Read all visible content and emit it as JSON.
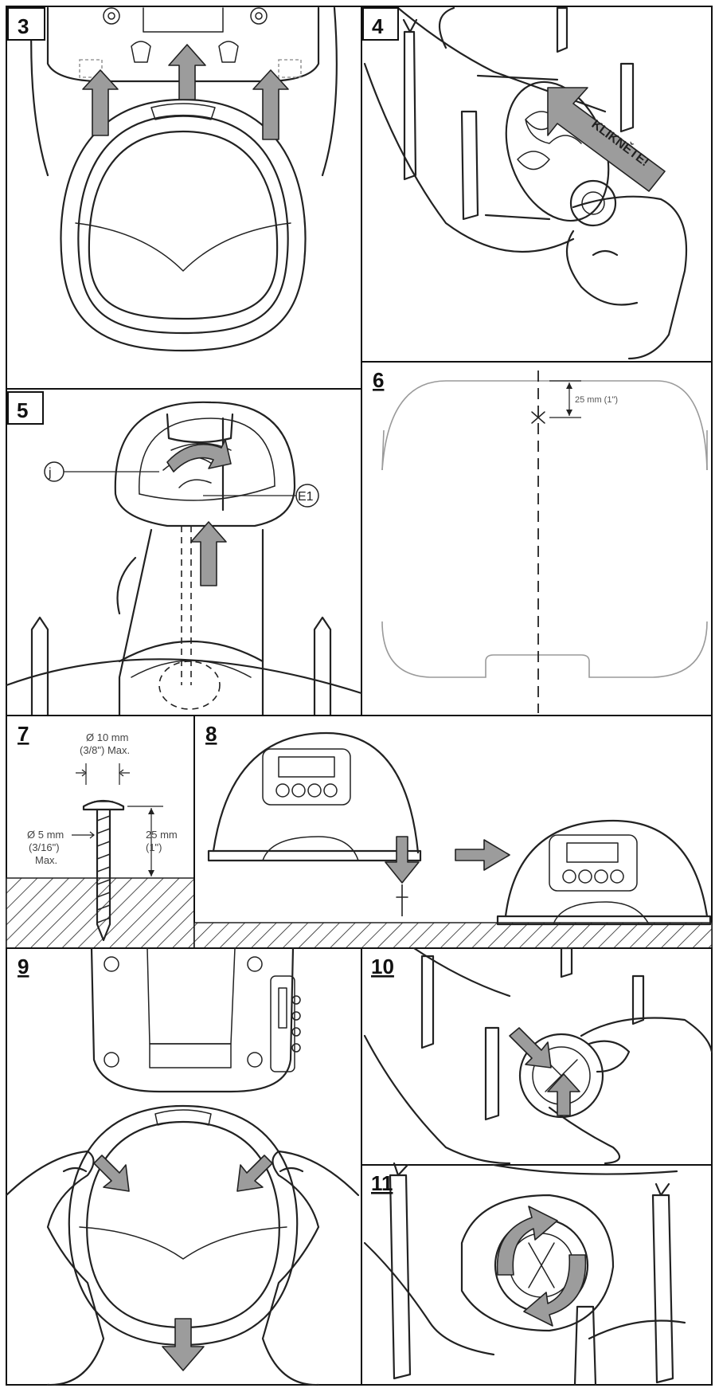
{
  "panels": {
    "p3": {
      "number": "3"
    },
    "p4": {
      "number": "4",
      "banner": "KLIKNĚTE!"
    },
    "p5": {
      "number": "5",
      "callout_left": "j",
      "callout_right": "E1"
    },
    "p6": {
      "number": "6",
      "dimension": "25 mm (1\")"
    },
    "p7": {
      "number": "7",
      "head_dia": "Ø 10 mm",
      "head_dia_imperial": "(3/8\") Max.",
      "shank_dia": "Ø 5 mm",
      "shank_dia_imperial": "(3/16\")",
      "shank_max": "Max.",
      "length": "25 mm",
      "length_imperial": "(1\")"
    },
    "p8": {
      "number": "8"
    },
    "p9": {
      "number": "9"
    },
    "p10": {
      "number": "10"
    },
    "p11": {
      "number": "11"
    }
  },
  "colors": {
    "arrow_fill": "#9c9c9c",
    "line": "#222222",
    "ghost": "#9a9a9a"
  }
}
